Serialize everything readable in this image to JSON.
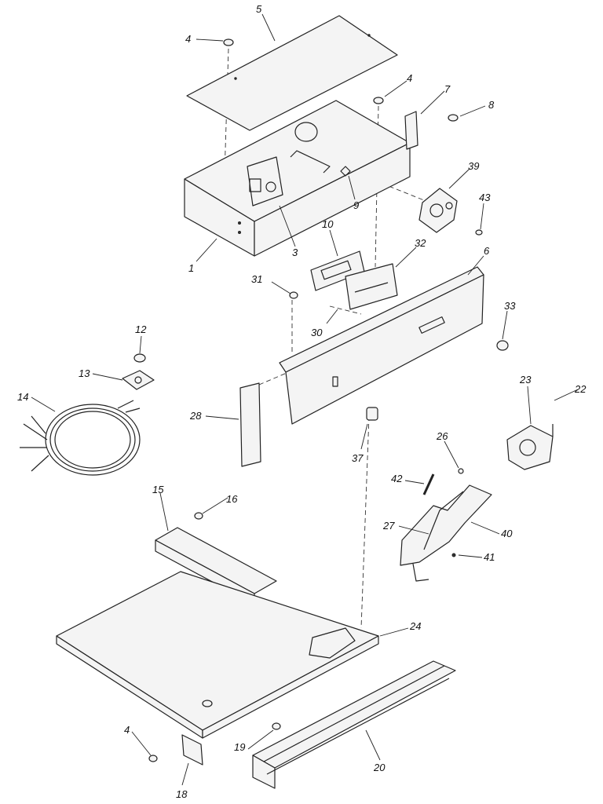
{
  "callouts": {
    "c1": "1",
    "c3": "3",
    "c4a": "4",
    "c4b": "4",
    "c4c": "4",
    "c5": "5",
    "c6": "6",
    "c7": "7",
    "c8": "8",
    "c9": "9",
    "c10": "10",
    "c12": "12",
    "c13": "13",
    "c14": "14",
    "c15": "15",
    "c16": "16",
    "c18": "18",
    "c19": "19",
    "c20": "20",
    "c22": "22",
    "c23": "23",
    "c24": "24",
    "c26": "26",
    "c27": "27",
    "c28": "28",
    "c30": "30",
    "c31": "31",
    "c32": "32",
    "c33": "33",
    "c37": "37",
    "c39": "39",
    "c40": "40",
    "c41": "41",
    "c42": "42",
    "c43": "43"
  }
}
